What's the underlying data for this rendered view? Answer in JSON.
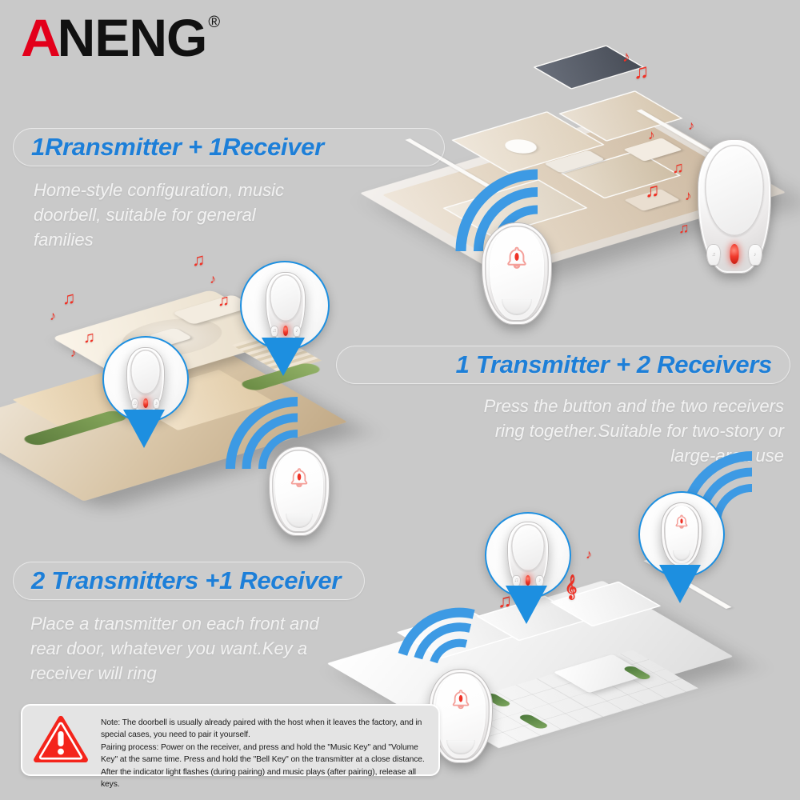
{
  "brand": {
    "name_accent": "A",
    "name_rest": "NENG",
    "trademark": "®",
    "accent_color": "#e3001b",
    "text_color": "#111111"
  },
  "theme": {
    "background": "#c9c9c9",
    "heading_blue": "#1d7fd8",
    "pin_blue": "#1d8fe0",
    "wifi_blue": "#3d9ae4",
    "note_red": "#ef3226",
    "body_text": "#f2f2f2"
  },
  "sections": [
    {
      "id": "one-transmitter-one-receiver",
      "heading": "1Rransmitter + 1Receiver",
      "body": "Home-style configuration, music doorbell, suitable for general families",
      "align": "left"
    },
    {
      "id": "one-transmitter-two-receivers",
      "heading": "1 Transmitter + 2 Receivers",
      "body": "Press the button and the two receivers ring together.Suitable for two-story or large-area use",
      "align": "right"
    },
    {
      "id": "two-transmitters-one-receiver",
      "heading": "2 Transmitters +1 Receiver",
      "body": "Place a transmitter on each front and rear door, whatever you want.Key a receiver will ring",
      "align": "left"
    }
  ],
  "scenes": [
    {
      "id": "scene-apartment-cutaway",
      "description": "1 transmitter and 1 receiver in a two-bedroom apartment floor plan",
      "transmitters": 1,
      "receivers": 1
    },
    {
      "id": "scene-villa",
      "description": "1 transmitter and 2 receivers in a two-story villa",
      "transmitters": 1,
      "receivers": 2
    },
    {
      "id": "scene-white-apartment",
      "description": "2 transmitters and 1 receiver in a white apartment with terrace",
      "transmitters": 2,
      "receivers": 1
    }
  ],
  "devices": {
    "transmitter_label": "bell-button-transmitter",
    "receiver_label": "music-doorbell-receiver",
    "receiver_keys": {
      "music_key": "♫",
      "volume_key": "♪"
    }
  },
  "note": {
    "icon": "warning-triangle-icon",
    "exclamation": "!",
    "paragraph_1": "Note: The doorbell is usually already paired with the host when it leaves the factory, and in special cases, you need to pair it yourself.",
    "paragraph_2": "Pairing process: Power on the receiver, and press and hold the \"Music Key\" and \"Volume Key\" at the same time. Press and hold the \"Bell Key\" on the transmitter at a close distance. After the indicator light flashes (during pairing) and music plays (after pairing), release all keys."
  }
}
